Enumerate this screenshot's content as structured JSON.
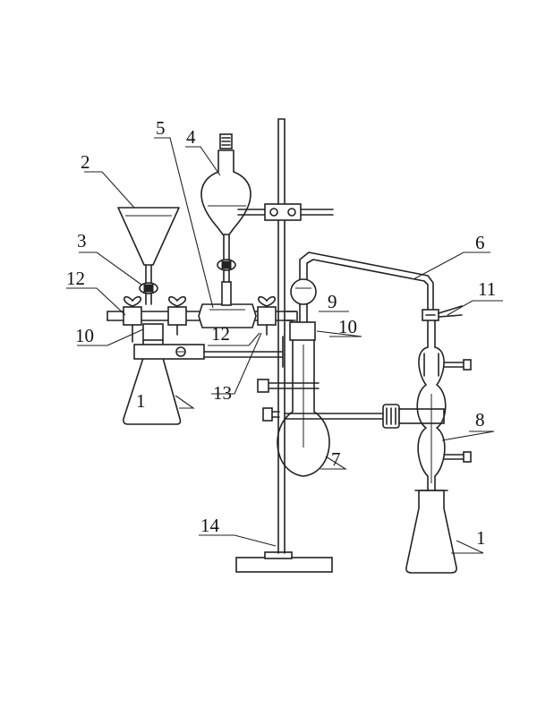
{
  "diagram": {
    "labels": {
      "l1_left": "1",
      "l1_right": "1",
      "l2": "2",
      "l3": "3",
      "l4": "4",
      "l5": "5",
      "l6": "6",
      "l7": "7",
      "l8": "8",
      "l9": "9",
      "l10_left": "10",
      "l10_right": "10",
      "l11": "11",
      "l12_left": "12",
      "l12_mid": "12",
      "l13": "13",
      "l14": "14"
    }
  }
}
